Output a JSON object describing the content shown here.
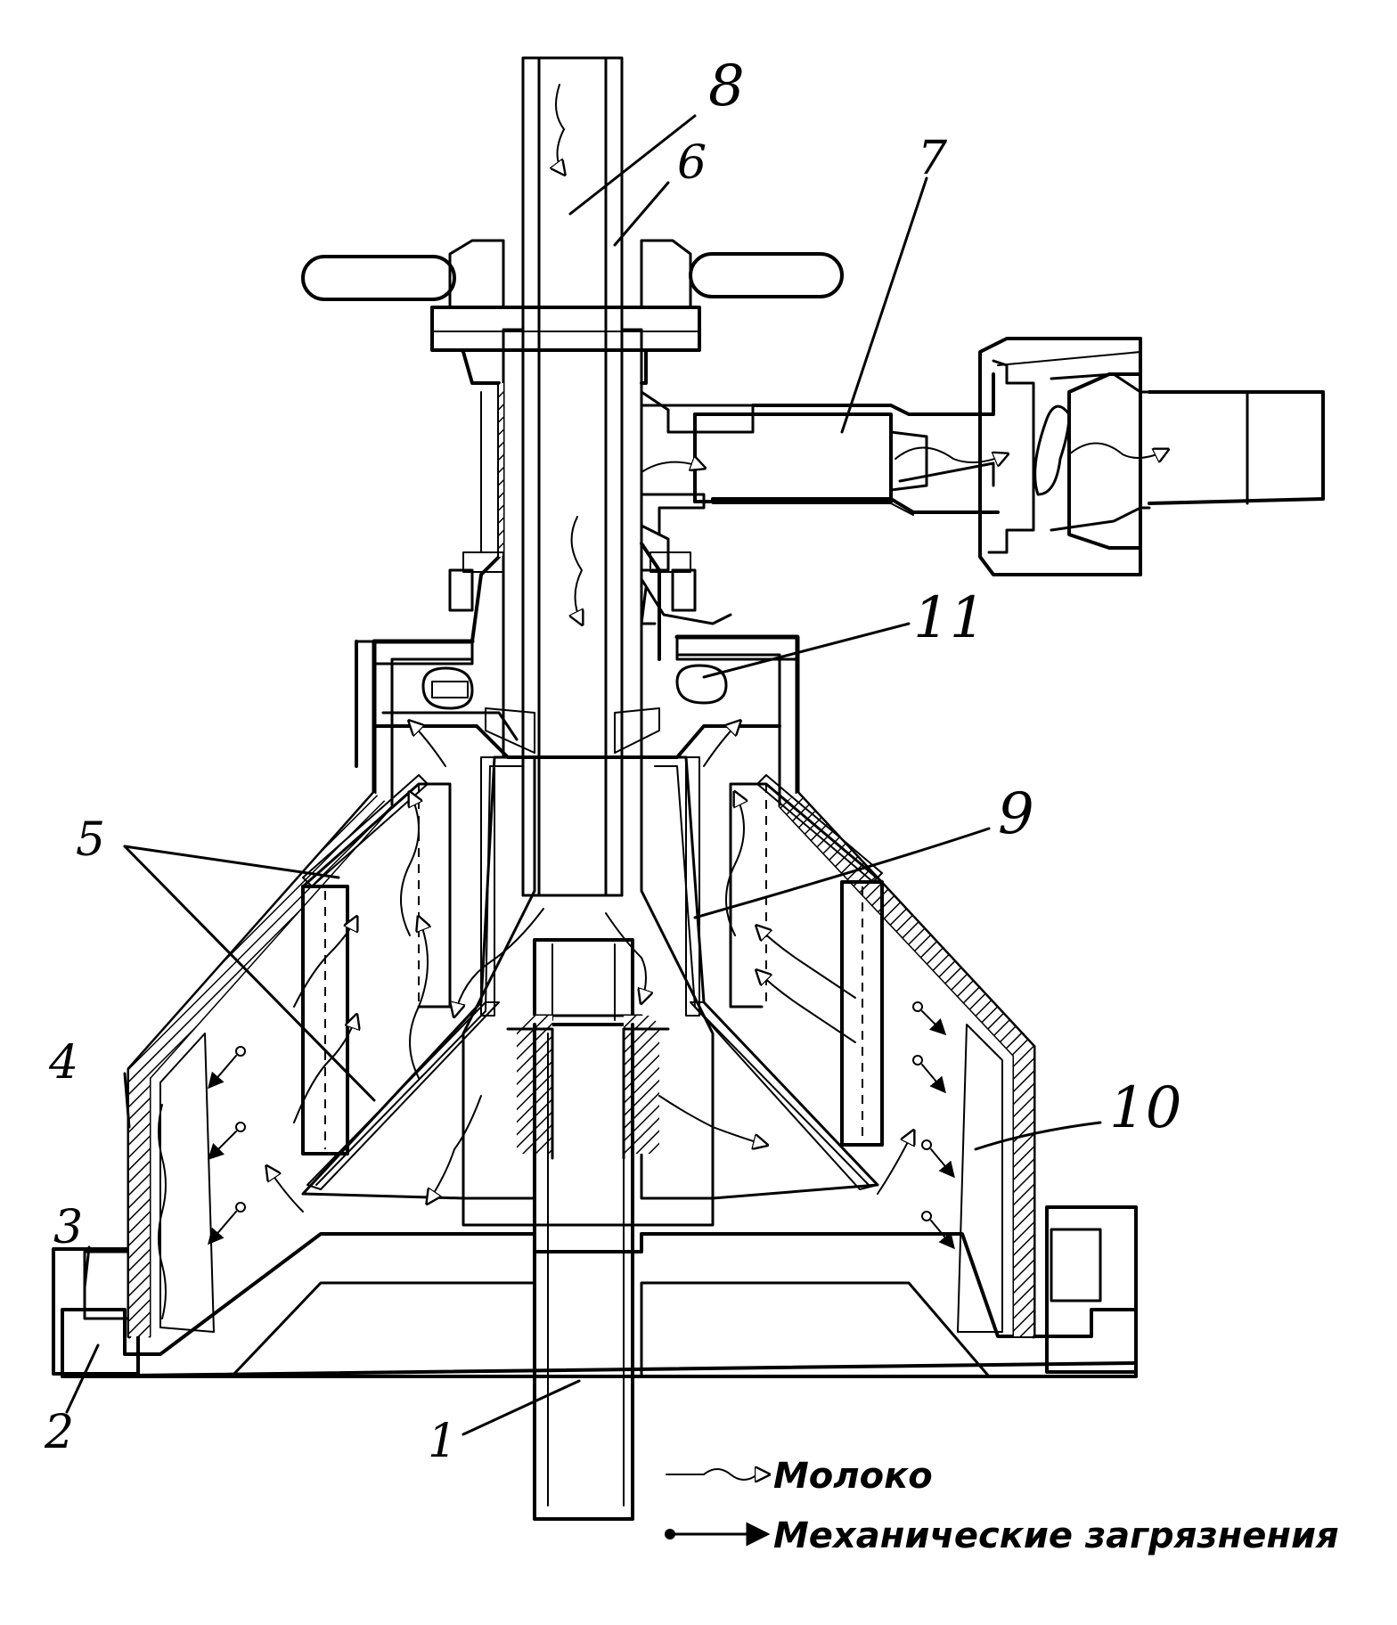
{
  "figure": {
    "callouts": [
      {
        "id": "1",
        "label": "1"
      },
      {
        "id": "2",
        "label": "2"
      },
      {
        "id": "3",
        "label": "3"
      },
      {
        "id": "4",
        "label": "4"
      },
      {
        "id": "5",
        "label": "5"
      },
      {
        "id": "6",
        "label": "6"
      },
      {
        "id": "7",
        "label": "7"
      },
      {
        "id": "8",
        "label": "8"
      },
      {
        "id": "9",
        "label": "9"
      },
      {
        "id": "10",
        "label": "10"
      },
      {
        "id": "11",
        "label": "11"
      }
    ],
    "legend": {
      "milk": "Молоко",
      "impurities": "Механические загрязнения"
    }
  }
}
